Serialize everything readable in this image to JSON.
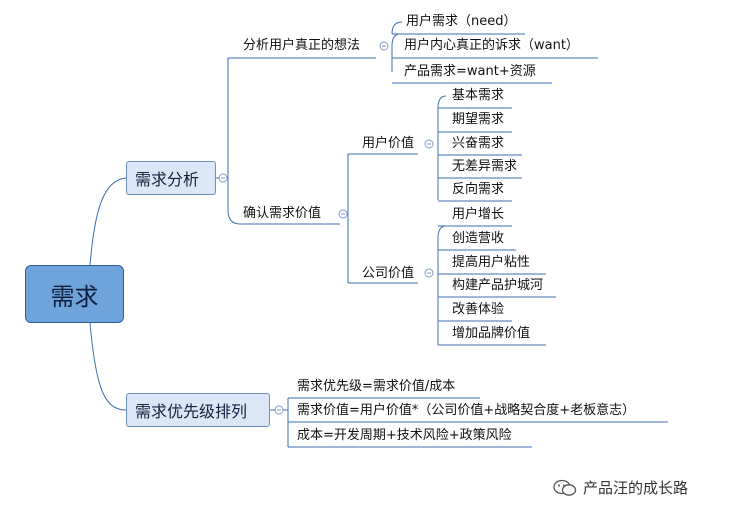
{
  "root": "需求",
  "main_nodes": {
    "analysis": "需求分析",
    "priority": "需求优先级排列"
  },
  "analysis": {
    "think": {
      "label": "分析用户真正的想法",
      "items": [
        "用户需求（need）",
        "用户内心真正的诉求（want）",
        "产品需求=want+资源"
      ]
    },
    "value": {
      "label": "确认需求价值",
      "user": {
        "label": "用户价值",
        "items": [
          "基本需求",
          "期望需求",
          "兴奋需求",
          "无差异需求",
          "反向需求"
        ]
      },
      "company": {
        "label": "公司价值",
        "items": [
          "用户增长",
          "创造营收",
          "提高用户粘性",
          "构建产品护城河",
          "改善体验",
          "增加品牌价值"
        ]
      }
    }
  },
  "priority": {
    "items": [
      "需求优先级=需求价值/成本",
      "需求价值=用户价值*（公司价值+战略契合度+老板意志）",
      "成本=开发周期+技术风险+政策风险"
    ]
  },
  "watermark": "产品汪的成长路",
  "colors": {
    "line": "#3d6fb0",
    "root": "#6fa3dc",
    "main": "#dbe6f6"
  }
}
